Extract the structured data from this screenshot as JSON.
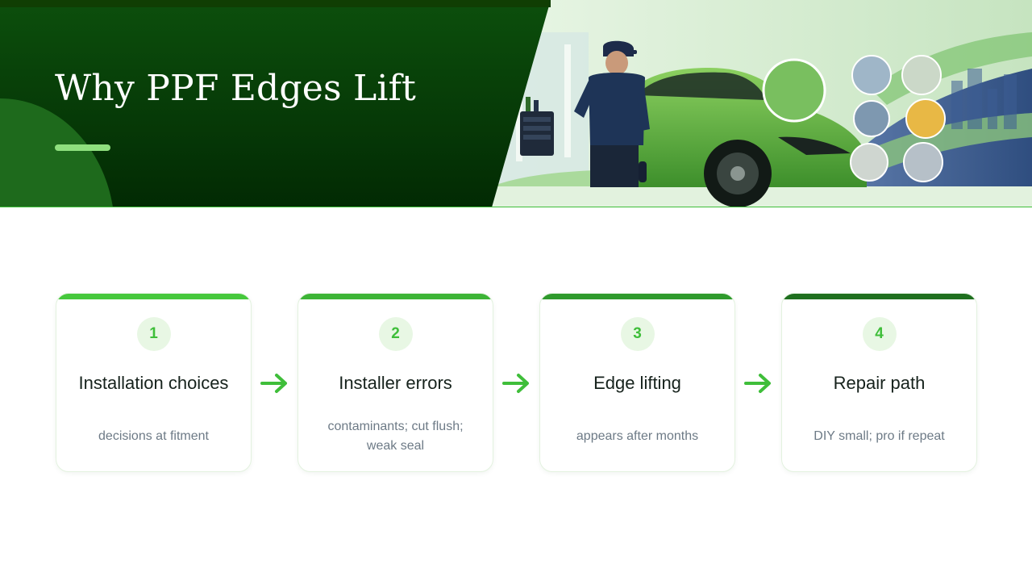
{
  "header": {
    "title": "Why PPF Edges Lift"
  },
  "colors": {
    "header_dark_green": "#0b4a0b",
    "accent_green": "#3fbe3a",
    "title_text": "#ffffff",
    "badge_bg": "#e8f7e4",
    "description_text": "#6d7a86"
  },
  "hero_image": {
    "description_icons": [
      "technician-figure",
      "green-car",
      "edge-closeup-icon",
      "water-droplets-icon",
      "sun-heat-icon",
      "squeegee-icon",
      "pressure-washer-icon"
    ]
  },
  "steps": [
    {
      "number": "1",
      "title": "Installation choices",
      "description": "decisions at fitment",
      "bar_color": "#46c83c"
    },
    {
      "number": "2",
      "title": "Installer errors",
      "description": "contaminants; cut flush; weak seal",
      "bar_color": "#3db436"
    },
    {
      "number": "3",
      "title": "Edge lifting",
      "description": "appears after months",
      "bar_color": "#2f9a2c"
    },
    {
      "number": "4",
      "title": "Repair path",
      "description": "DIY small; pro if repeat",
      "bar_color": "#1f6f1f"
    }
  ]
}
